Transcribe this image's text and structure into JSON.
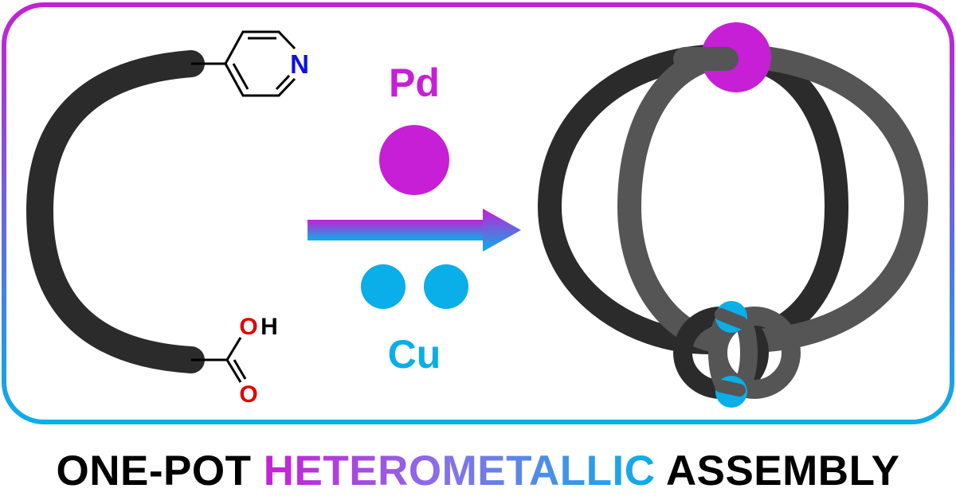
{
  "labels": {
    "pd": "Pd",
    "cu": "Cu",
    "nitrogen": "N",
    "oxygen_hydroxyl": "O",
    "hydrogen": "H",
    "oxygen_carbonyl": "O"
  },
  "caption": {
    "part1": "ONE-POT",
    "part2": "HETEROMETALLIC",
    "part3": "ASSEMBLY"
  },
  "colors": {
    "pd": "#c61fd6",
    "cu": "#0aaee8",
    "ligand_dark": "#2b2b2b",
    "ligand_light": "#555555",
    "nitrogen": "#1010e0",
    "oxygen": "#e00000"
  }
}
